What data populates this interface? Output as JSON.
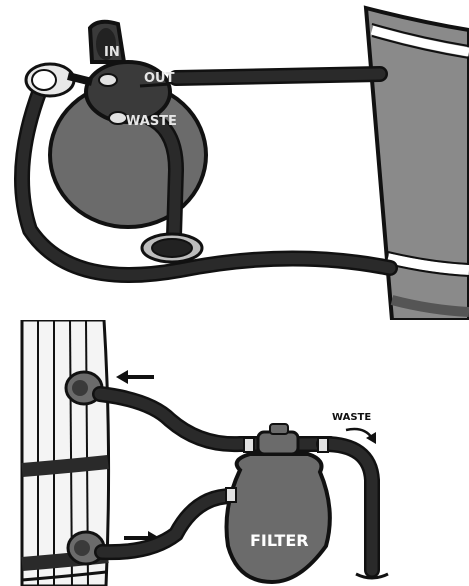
{
  "top_diagram": {
    "labels": {
      "in": "IN",
      "out": "OUT",
      "waste": "WASTE"
    }
  },
  "bottom_diagram": {
    "labels": {
      "waste": "WASTE",
      "filter": "FILTER"
    }
  },
  "colors": {
    "hose": "#2a2a2a",
    "filter_body": "#6b6b6b",
    "pool_wall": "#8a8a8a",
    "background": "#ffffff",
    "outline": "#111111"
  }
}
